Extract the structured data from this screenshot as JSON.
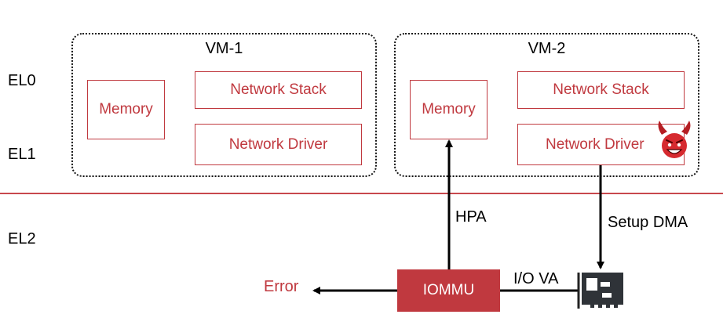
{
  "levels": {
    "el0": "EL0",
    "el1": "EL1",
    "el2": "EL2"
  },
  "vm1": {
    "title": "VM-1",
    "memory": "Memory",
    "network_stack": "Network Stack",
    "network_driver": "Network Driver"
  },
  "vm2": {
    "title": "VM-2",
    "memory": "Memory",
    "network_stack": "Network Stack",
    "network_driver": "Network Driver"
  },
  "iommu": "IOMMU",
  "labels": {
    "hpa": "HPA",
    "setup_dma": "Setup DMA",
    "io_va": "I/O VA",
    "error": "Error"
  },
  "colors": {
    "accent": "#c0393f",
    "divider": "#c8484d"
  },
  "icons": {
    "malicious": "devil-face-icon",
    "device": "network-card-icon"
  }
}
